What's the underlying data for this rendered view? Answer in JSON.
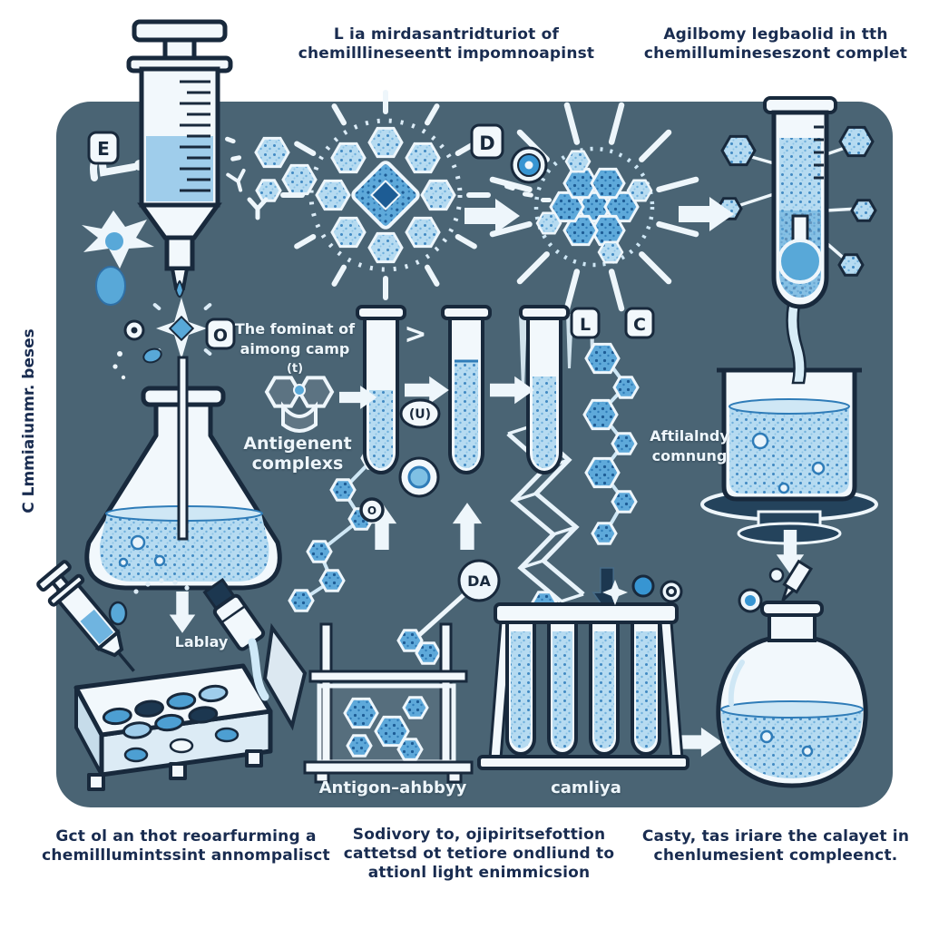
{
  "figure": {
    "colors": {
      "panel": "#4a6474",
      "paper": "#ffffff",
      "ink": "#18293c",
      "caption_ink": "#192c50",
      "white_line": "#eef6fb",
      "blue_light": "#b6dbf1",
      "blue_mid": "#6fb4e0",
      "blue_accent": "#3795d2",
      "blue_deep": "#1d5c95"
    }
  },
  "captions": {
    "top_center": [
      "L ia mirdasantridturiot of",
      "chemilllineseentt impomnoapinst"
    ],
    "top_right": [
      "Agilbomy legbaolid in tth",
      "chemillumineseszont complet"
    ],
    "left_vertical": "C Lmmiaiunmr. beses",
    "bottom_left": [
      "Gct ol an thot reoarfurming a",
      "chemilllumintssint annompalisct"
    ],
    "bottom_center": [
      "Sodivory to, ojipiritsefottion",
      "cattetsd ot tetiore ondliund to",
      "attionl light enimmicsion"
    ],
    "bottom_right": [
      "Casty, tas iriare the calayet in",
      "chenlumesient compleenct."
    ]
  },
  "labels": {
    "formation": [
      "The fominat of",
      "aimong camp",
      "(t)"
    ],
    "antigen_complex": [
      "Antigenent",
      "complexs"
    ],
    "antibody_comnung": [
      "Aftilalndy",
      "comnung"
    ],
    "lablay": "Lablay",
    "antigen_antibody": "Antigon–ahbbyy",
    "camliya": "camliya"
  },
  "badges": {
    "e": "E",
    "d_top": "D",
    "o_mid": "O",
    "l": "L",
    "c": "C",
    "u": "(U)",
    "da": "DA",
    "o_small": "O",
    "chevron": ">"
  }
}
